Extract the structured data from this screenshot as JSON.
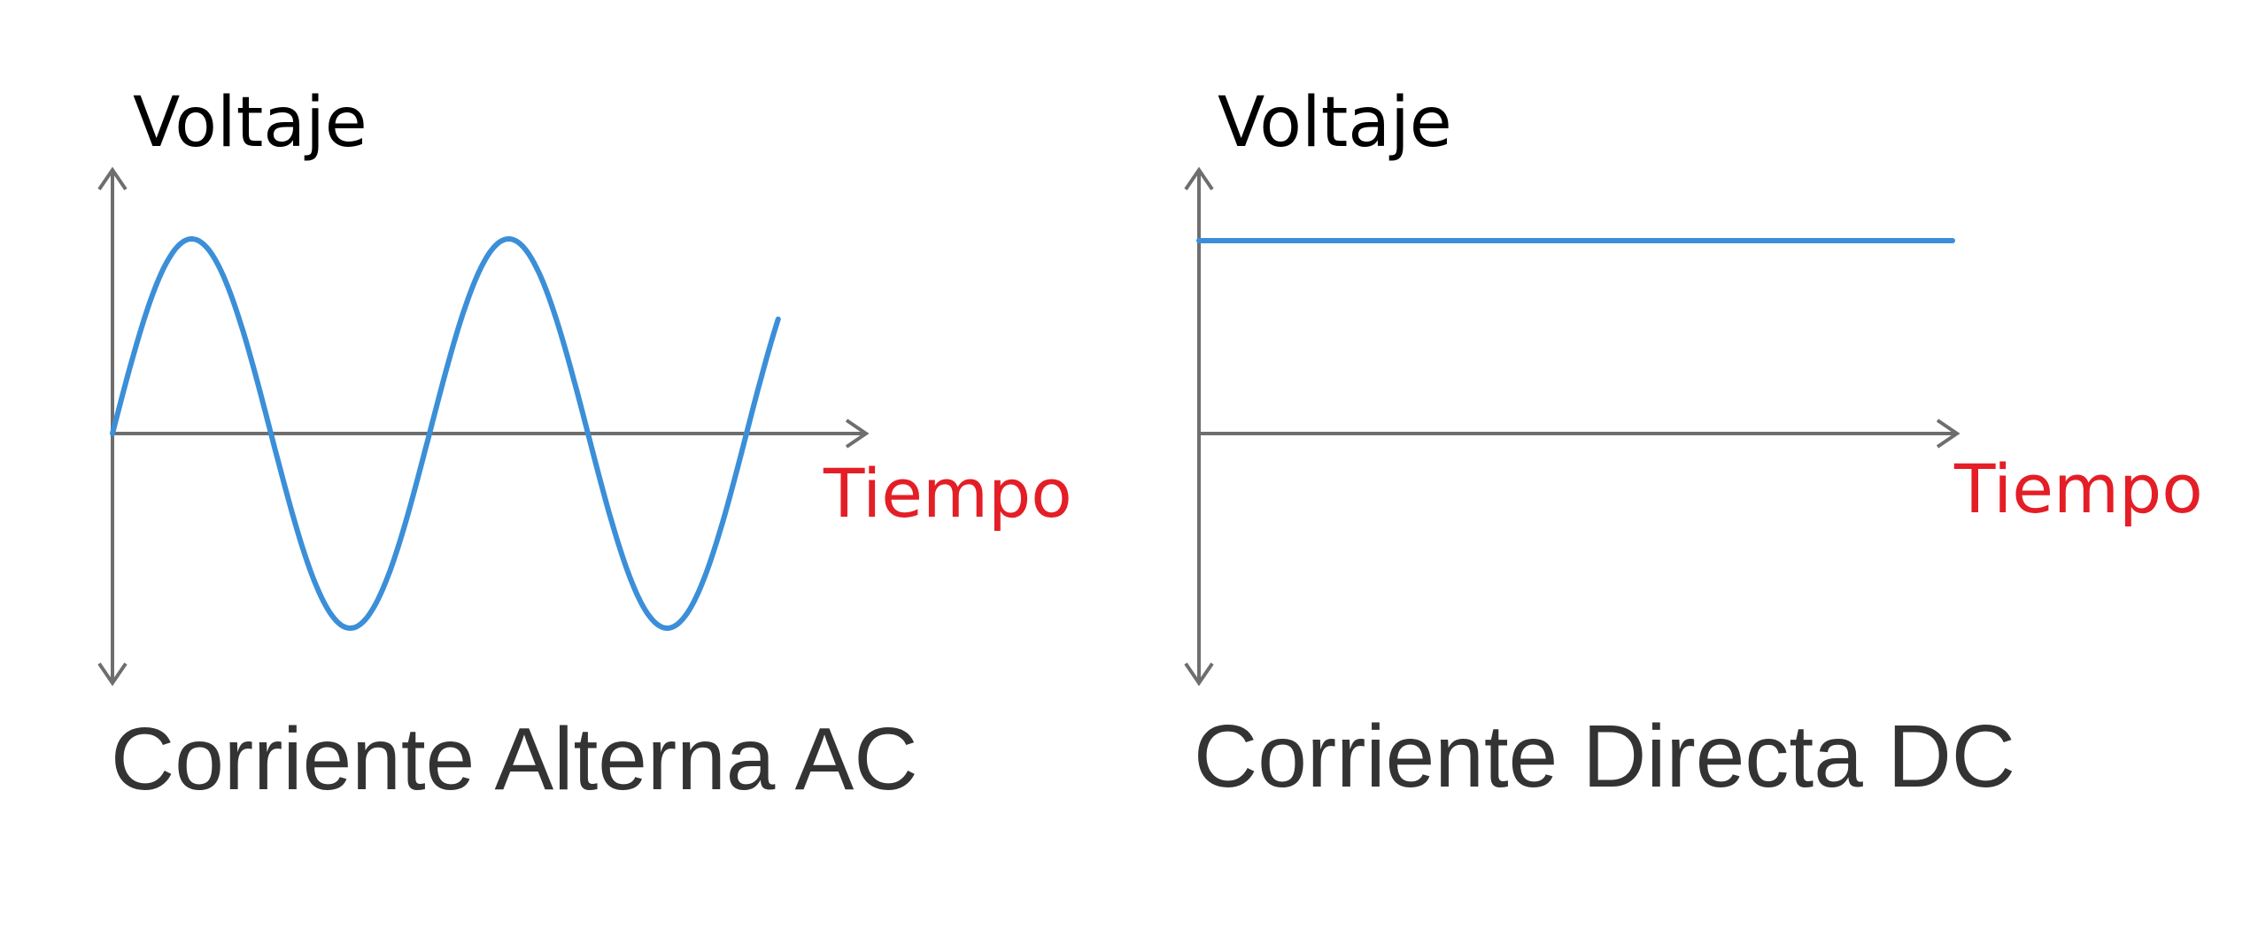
{
  "colors": {
    "axis": "#6e6e6e",
    "signal": "#3b8fd8",
    "y_label": "#000000",
    "x_label": "#e41e26",
    "caption": "#333333",
    "background": "#ffffff"
  },
  "panels": {
    "ac": {
      "y_label": "Voltaje",
      "x_label": "Tiempo",
      "caption": "Corriente Alterna AC",
      "waveform": "sine",
      "cycles": 2.1
    },
    "dc": {
      "y_label": "Voltaje",
      "x_label": "Tiempo",
      "caption": "Corriente Directa DC",
      "waveform": "constant"
    }
  }
}
